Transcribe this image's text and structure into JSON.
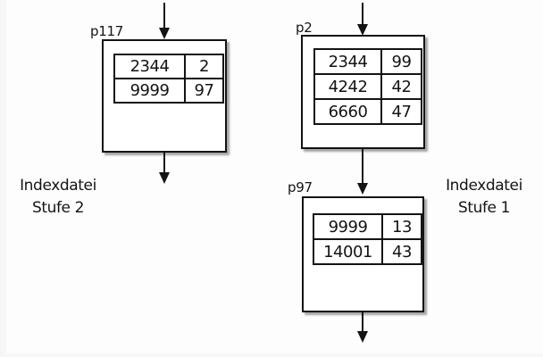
{
  "diagram": {
    "description": "Two-level index file structure",
    "colors": {
      "line": "#141414",
      "box_fill": "#ffffff",
      "background": "#fdfdfd"
    },
    "nodes": [
      {
        "id": "p117",
        "label": "p117",
        "rows": [
          [
            "2344",
            "2"
          ],
          [
            "9999",
            "97"
          ]
        ]
      },
      {
        "id": "p2",
        "label": "p2",
        "rows": [
          [
            "2344",
            "99"
          ],
          [
            "4242",
            "42"
          ],
          [
            "6660",
            "47"
          ]
        ]
      },
      {
        "id": "p97",
        "label": "p97",
        "rows": [
          [
            "9999",
            "13"
          ],
          [
            "14001",
            "43"
          ]
        ]
      }
    ],
    "level_labels": [
      {
        "line1": "Indexdatei",
        "line2": "Stufe 2"
      },
      {
        "line1": "Indexdatei",
        "line2": "Stufe 1"
      }
    ]
  }
}
